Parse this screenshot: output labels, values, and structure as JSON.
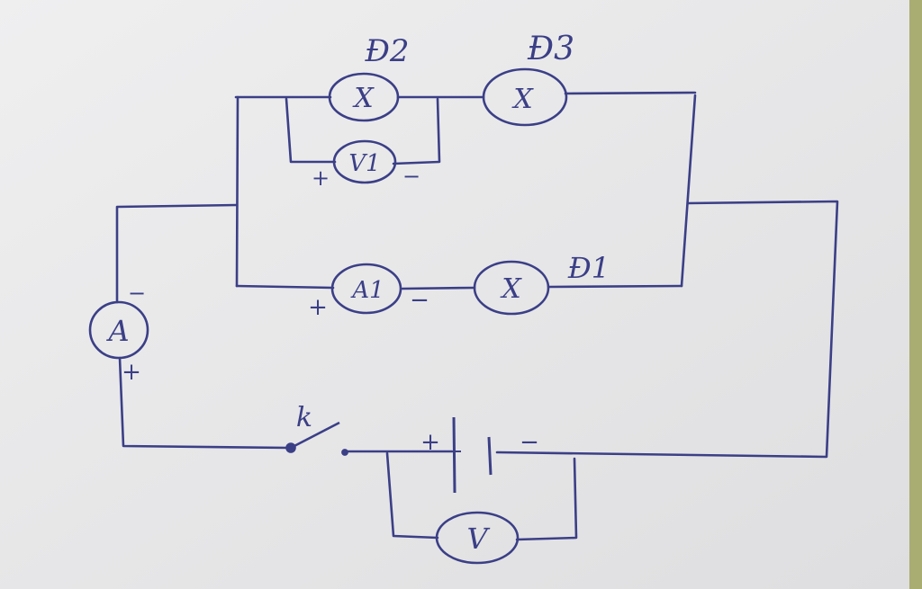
{
  "colors": {
    "paper": "#ebebec",
    "paper_shadow": "#d9d9db",
    "ink": "#3b3f86",
    "right_edge": "#a9ad72"
  },
  "labels": {
    "bulb_d1": "Đ1",
    "bulb_d2": "Đ2",
    "bulb_d3": "Đ3",
    "ammeter_main": "A",
    "ammeter_1": "A1",
    "voltmeter_1": "V1",
    "voltmeter_source": "V",
    "switch": "k",
    "bulb_symbol": "X",
    "plus": "+",
    "minus": "−"
  }
}
